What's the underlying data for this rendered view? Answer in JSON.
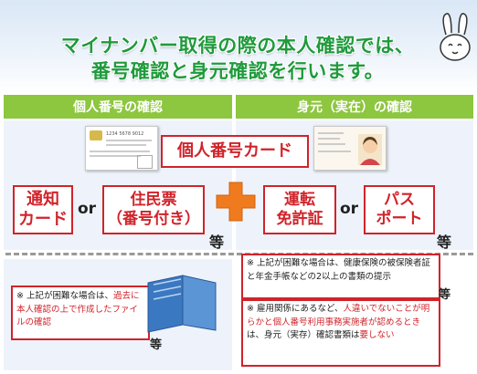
{
  "header": {
    "line1": "マイナンバー取得の際の本人確認では、",
    "line2a": "番号確認",
    "line2b": "と",
    "line2c": "身元確認",
    "line2d": "を行います。"
  },
  "sections": {
    "left_title": "個人番号の確認",
    "right_title": "身元（実在）の確認"
  },
  "main_card": {
    "label": "個人番号カード",
    "card_number_text": "1234 5678 9012"
  },
  "left_options": {
    "option1_line1": "通知",
    "option1_line2": "カード",
    "or": "or",
    "option2_line1": "住民票",
    "option2_line2": "（番号付き）",
    "etc": "等"
  },
  "right_options": {
    "option1_line1": "運転",
    "option1_line2": "免許証",
    "or": "or",
    "option2_line1": "パス",
    "option2_line2": "ポート",
    "etc": "等"
  },
  "left_note": {
    "prefix": "※ 上記が困難な場合は、",
    "highlight": "過去に本人確認の上で作成したファイルの確認",
    "etc": "等"
  },
  "right_note1": {
    "text": "※ 上記が困難な場合は、健康保険の被保険者証と年金手帳などの2以上の書類の提示",
    "etc": "等"
  },
  "right_note2": {
    "part1": "※ 雇用関係にあるなど、",
    "highlight1": "人違いでないことが明らかと個人番号利用事務実施者が認めるとき",
    "part2": "は、身元（実存）確認書類は",
    "highlight2": "要しない"
  },
  "colors": {
    "title_green": "#1f9a3c",
    "bar_green": "#8dc63f",
    "accent_red": "#d1232a",
    "plus_orange": "#f07b1f",
    "panel_blue": "#eef3fb"
  }
}
